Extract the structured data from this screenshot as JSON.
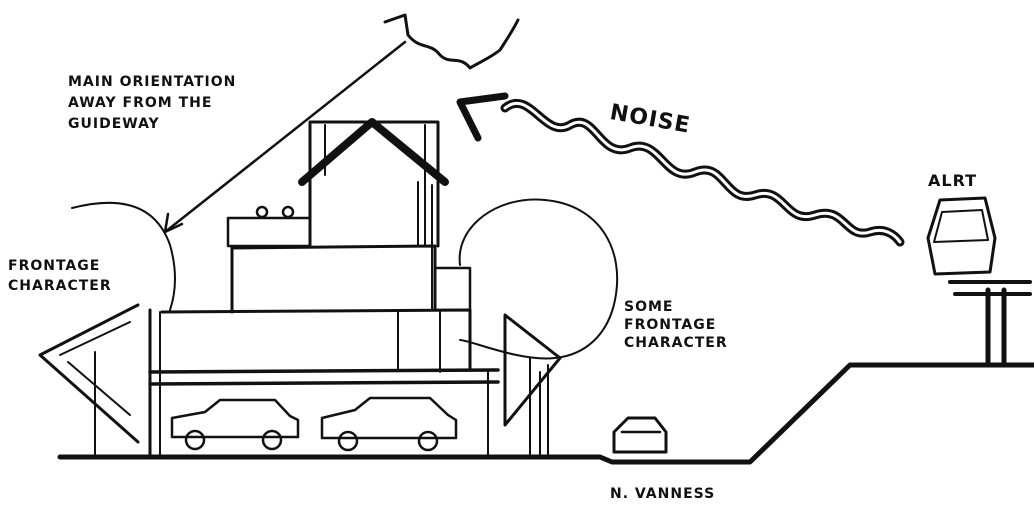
{
  "labels": {
    "main_orientation": [
      "MAIN ORIENTATION",
      "AWAY FROM THE",
      "GUIDEWAY"
    ],
    "frontage_character": [
      "FRONTAGE",
      "CHARACTER"
    ],
    "some_frontage_character": [
      "SOME",
      "FRONTAGE",
      "CHARACTER"
    ],
    "noise": "NOISE",
    "alrt": "ALRT",
    "street": "N. VANNESS"
  },
  "colors": {
    "ink": "#111111",
    "paper": "#ffffff"
  }
}
